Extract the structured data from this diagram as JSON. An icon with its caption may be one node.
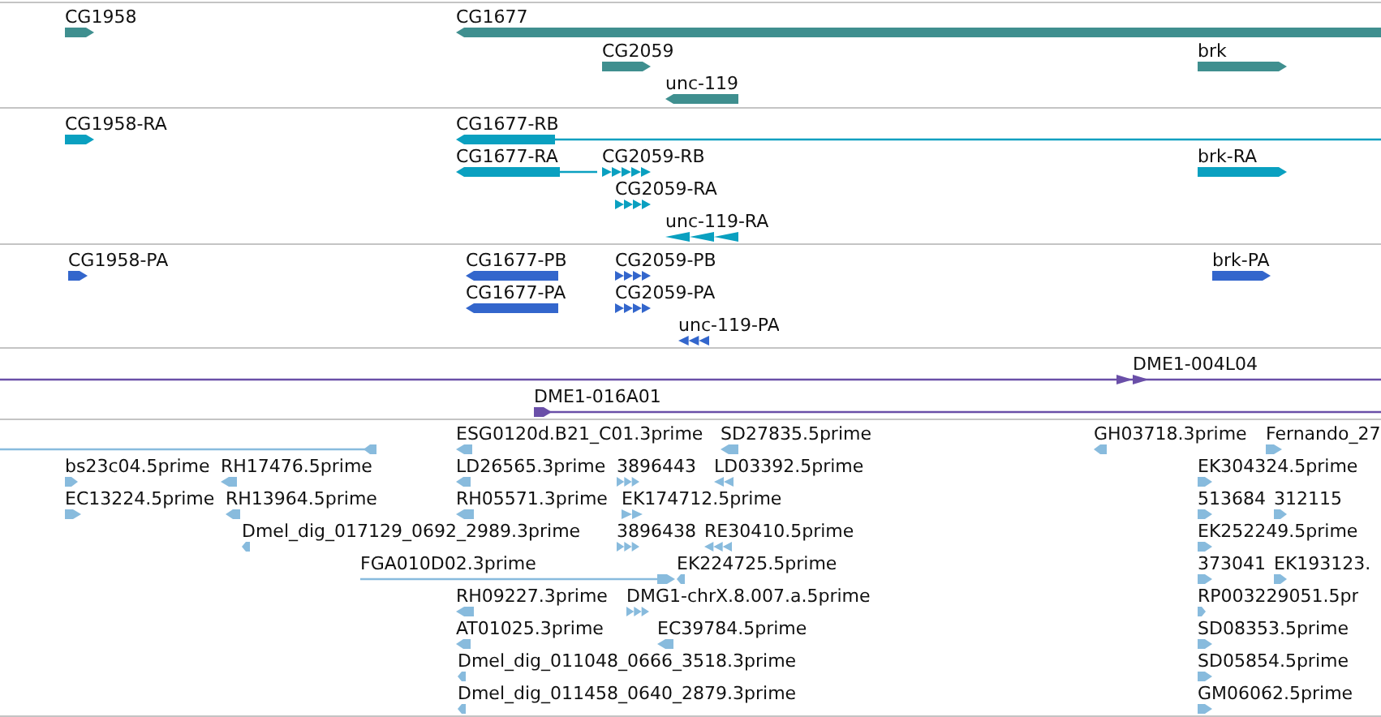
{
  "diagram": {
    "nodes": [
      {
        "text": [
          "CG1958"
        ]
      },
      {
        "text": [
          "CG1677"
        ]
      },
      {
        "text": [
          "CG2059"
        ]
      },
      {
        "text": [
          "brk"
        ]
      },
      {
        "text": [
          "unc-119"
        ]
      },
      {
        "text": [
          "CG1958-RA"
        ]
      },
      {
        "text": [
          "CG1677-RB"
        ]
      },
      {
        "text": [
          "CG1677-RA"
        ]
      },
      {
        "text": [
          "CG2059-RB"
        ]
      },
      {
        "text": [
          "brk-RA"
        ]
      },
      {
        "text": [
          "CG2059-RA"
        ]
      },
      {
        "text": [
          "unc-119-RA"
        ]
      },
      {
        "text": [
          "CG1958-PA"
        ]
      },
      {
        "text": [
          "CG1677-PB"
        ]
      },
      {
        "text": [
          "CG2059-PB"
        ]
      },
      {
        "text": [
          "brk-PA"
        ]
      },
      {
        "text": [
          "CG1677-PA"
        ]
      },
      {
        "text": [
          "CG2059-PA"
        ]
      },
      {
        "text": [
          "unc-119-PA"
        ]
      },
      {
        "text": [
          "DME1-004L04"
        ]
      },
      {
        "text": [
          "DME1-016A01"
        ]
      },
      {
        "text": [],
        "shape": "bar"
      },
      {
        "text": [
          "ESG0120d.B21_C01.3prime"
        ]
      },
      {
        "text": [
          "SD27835.5prime"
        ]
      },
      {
        "text": [
          "GH03718.3prime"
        ]
      },
      {
        "text": [
          "Fernando_27"
        ]
      },
      {
        "text": [
          "bs23c04.5prime"
        ]
      },
      {
        "text": [
          "RH17476.5prime"
        ]
      },
      {
        "text": [
          "LD26565.3prime"
        ]
      },
      {
        "text": [
          "3896443"
        ]
      },
      {
        "text": [
          "LD03392.5prime"
        ]
      },
      {
        "text": [
          "EK304324.5prime"
        ]
      },
      {
        "text": [
          "EC13224.5prime"
        ]
      },
      {
        "text": [
          "RH13964.5prime"
        ]
      },
      {
        "text": [
          "RH05571.3prime"
        ]
      },
      {
        "text": [
          "EK174712.5prime"
        ]
      },
      {
        "text": [
          "513684"
        ]
      },
      {
        "text": [
          "312115"
        ]
      },
      {
        "text": [
          "Dmel_dig_017129_0692_2989.3prime"
        ]
      },
      {
        "text": [
          "3896438"
        ]
      },
      {
        "text": [
          "RE30410.5prime"
        ]
      },
      {
        "text": [
          "EK252249.5prime"
        ]
      },
      {
        "text": [
          "FGA010D02.3prime"
        ]
      },
      {
        "text": [
          "EK224725.5prime"
        ]
      },
      {
        "text": [
          "373041"
        ]
      },
      {
        "text": [
          "EK193123."
        ]
      },
      {
        "text": [
          "RH09227.3prime"
        ]
      },
      {
        "text": [
          "DMG1-chrX.8.007.a.5prime"
        ]
      },
      {
        "text": [
          "RP003229051.5pr"
        ]
      },
      {
        "text": [
          "AT01025.3prime"
        ]
      },
      {
        "text": [
          "EC39784.5prime"
        ]
      },
      {
        "text": [
          "SD08353.5prime"
        ]
      },
      {
        "text": [
          "Dmel_dig_011048_0666_3518.3prime"
        ]
      },
      {
        "text": [
          "SD05854.5prime"
        ]
      },
      {
        "text": [
          "Dmel_dig_011458_0640_2879.3prime"
        ]
      },
      {
        "text": [
          "GM06062.5prime"
        ]
      }
    ]
  }
}
